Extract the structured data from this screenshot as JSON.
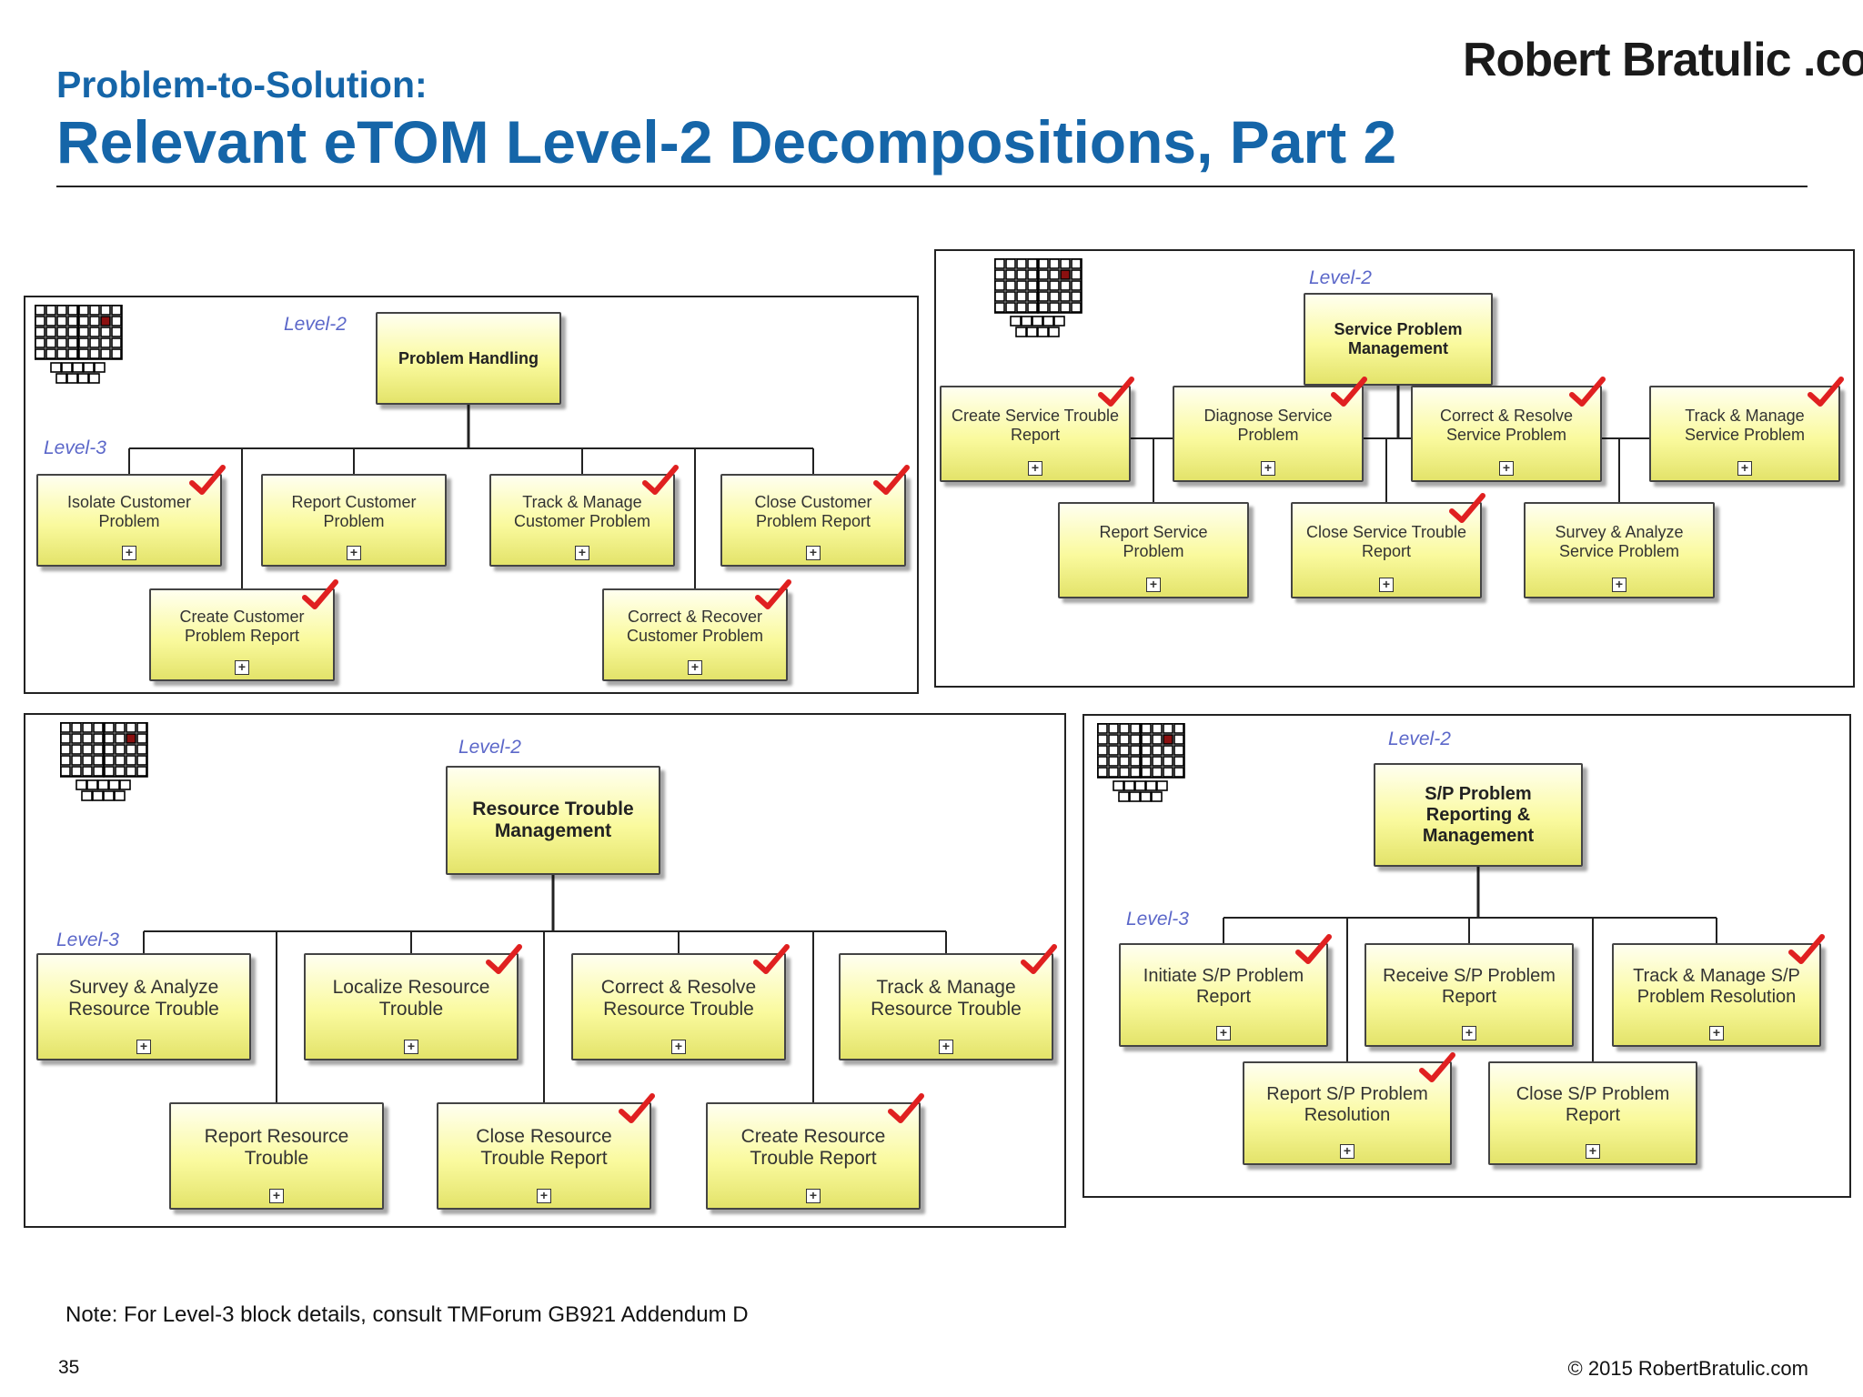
{
  "header": {
    "subtitle": "Problem-to-Solution:",
    "title": "Relevant eTOM Level-2 Decompositions, Part 2",
    "brand": "Robert Bratulic .com"
  },
  "footer": {
    "note": "Note: For Level-3 block details, consult TMForum GB921 Addendum D",
    "page_number": "35",
    "copyright": "© 2015 RobertBratulic.com"
  },
  "level_labels": {
    "level2": "Level-2",
    "level3": "Level-3"
  },
  "colors": {
    "title": "#1565a8",
    "level_label": "#5b67c9",
    "check": "#e02020",
    "box_fill": "#fafa9e"
  },
  "icons": {
    "expand": "plus-box-icon",
    "checked": "red-check-icon",
    "framework": "etom-grid-icon"
  },
  "panels": [
    {
      "id": "problem-handling",
      "root": "Problem Handling",
      "children": [
        {
          "label": "Isolate Customer Problem",
          "checked": true
        },
        {
          "label": "Create Customer Problem Report",
          "checked": true
        },
        {
          "label": "Report Customer Problem",
          "checked": false
        },
        {
          "label": "Track & Manage Customer Problem",
          "checked": true
        },
        {
          "label": "Correct & Recover Customer Problem",
          "checked": true
        },
        {
          "label": "Close Customer Problem Report",
          "checked": true
        }
      ]
    },
    {
      "id": "service-problem-management",
      "root": "Service Problem Management",
      "children": [
        {
          "label": "Create Service Trouble Report",
          "checked": true
        },
        {
          "label": "Report Service Problem",
          "checked": false
        },
        {
          "label": "Diagnose Service Problem",
          "checked": true
        },
        {
          "label": "Close Service Trouble Report",
          "checked": true
        },
        {
          "label": "Correct & Resolve Service Problem",
          "checked": true
        },
        {
          "label": "Survey & Analyze Service Problem",
          "checked": false
        },
        {
          "label": "Track & Manage Service Problem",
          "checked": true
        }
      ]
    },
    {
      "id": "resource-trouble-management",
      "root": "Resource Trouble Management",
      "children": [
        {
          "label": "Survey & Analyze Resource Trouble",
          "checked": false
        },
        {
          "label": "Report Resource Trouble",
          "checked": false
        },
        {
          "label": "Localize Resource Trouble",
          "checked": true
        },
        {
          "label": "Close Resource Trouble Report",
          "checked": true
        },
        {
          "label": "Correct & Resolve Resource Trouble",
          "checked": true
        },
        {
          "label": "Create Resource Trouble Report",
          "checked": true
        },
        {
          "label": "Track & Manage Resource Trouble",
          "checked": true
        }
      ]
    },
    {
      "id": "sp-problem-reporting",
      "root": "S/P Problem Reporting & Management",
      "children": [
        {
          "label": "Initiate S/P Problem Report",
          "checked": true
        },
        {
          "label": "Report S/P Problem Resolution",
          "checked": true
        },
        {
          "label": "Receive S/P Problem Report",
          "checked": false
        },
        {
          "label": "Close S/P Problem Report",
          "checked": false
        },
        {
          "label": "Track & Manage S/P Problem Resolution",
          "checked": true
        }
      ]
    }
  ]
}
